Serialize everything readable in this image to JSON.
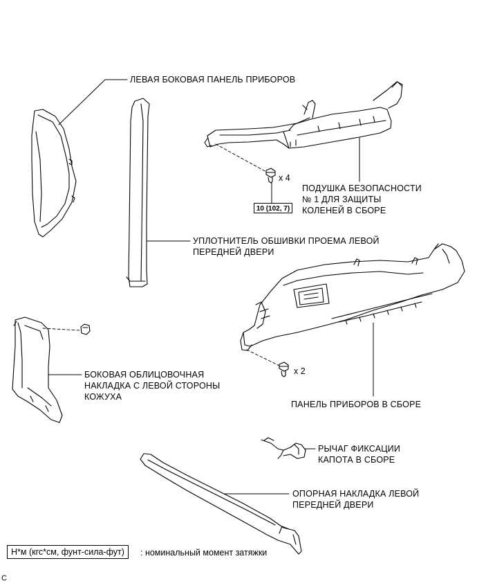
{
  "labels": {
    "side_panel": "ЛЕВАЯ БОКОВАЯ ПАНЕЛЬ ПРИБОРОВ",
    "airbag_line1": "ПОДУШКА БЕЗОПАСНОСТИ",
    "airbag_line2": "№ 1 ДЛЯ ЗАЩИТЫ",
    "airbag_line3": "КОЛЕНЕЙ В СБОРЕ",
    "weatherstrip_line1": "УПЛОТНИТЕЛЬ ОБШИВКИ ПРОЕМА ЛЕВОЙ",
    "weatherstrip_line2": "ПЕРЕДНЕЙ ДВЕРИ",
    "cowl_line1": "БОКОВАЯ ОБЛИЦОВОЧНАЯ",
    "cowl_line2": "НАКЛАДКА С ЛЕВОЙ СТОРОНЫ",
    "cowl_line3": "КОЖУХА",
    "instrument_panel": "ПАНЕЛЬ ПРИБОРОВ В СБОРЕ",
    "hood_lever_line1": "РЫЧАГ ФИКСАЦИИ",
    "hood_lever_line2": "КАПОТА В СБОРЕ",
    "scuff_line1": "ОПОРНАЯ НАКЛАДКА ЛЕВОЙ",
    "scuff_line2": "ПЕРЕДНЕЙ ДВЕРИ"
  },
  "fasteners": {
    "upper_qty": "x 4",
    "lower_qty": "x 2",
    "torque_spec": "10 (102, 7)"
  },
  "legend": {
    "unit_box": "Н*м (кгс*см, фунт-сила-фут)",
    "description": ": номинальный момент затяжки"
  },
  "figure_code": "C"
}
